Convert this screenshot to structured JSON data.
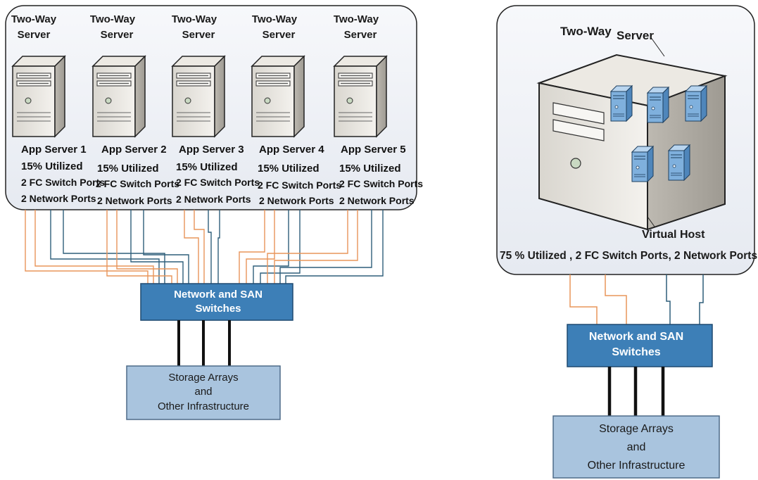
{
  "left": {
    "servers": [
      {
        "top_line1": "Two-Way",
        "top_line2": "Server",
        "name": "App Server 1",
        "utilization": "15% Utilized",
        "fc_ports": "2 FC Switch Ports",
        "net_ports": "2 Network Ports"
      },
      {
        "top_line1": "Two-Way",
        "top_line2": "Server",
        "name": "App Server 2",
        "utilization": "15% Utilized",
        "fc_ports": "2 FC Switch Ports",
        "net_ports": "2 Network Ports"
      },
      {
        "top_line1": "Two-Way",
        "top_line2": "Server",
        "name": "App Server  3",
        "utilization": "15% Utilized",
        "fc_ports": "2 FC Switch Ports",
        "net_ports": "2 Network Ports"
      },
      {
        "top_line1": "Two-Way",
        "top_line2": "Server",
        "name": "App Server 4",
        "utilization": "15% Utilized",
        "fc_ports": "2 FC Switch Ports",
        "net_ports": "2 Network Ports"
      },
      {
        "top_line1": "Two-Way",
        "top_line2": "Server",
        "name": "App Server 5",
        "utilization": "15% Utilized",
        "fc_ports": "2 FC Switch Ports",
        "net_ports": "2 Network Ports"
      }
    ],
    "switch": {
      "line1": "Network and SAN",
      "line2": "Switches"
    },
    "storage": {
      "line1": "Storage Arrays",
      "line2": "and",
      "line3": "Other Infrastructure"
    }
  },
  "right": {
    "server_title_a": "Two-Way",
    "server_title_b": "Server",
    "host_label": "Virtual Host",
    "stats": "75 % Utilized , 2  FC Switch Ports, 2  Network Ports",
    "switch": {
      "line1": "Network and SAN",
      "line2": "Switches"
    },
    "storage": {
      "line1": "Storage Arrays",
      "line2": "and",
      "line3": "Other Infrastructure"
    }
  },
  "colors": {
    "fc_link": "#e8955a",
    "net_link": "#2f5f7a",
    "storage_link": "#111111",
    "switch_fill": "#3d7fb7",
    "storage_fill": "#a9c4de",
    "panel_fill": "#eef1f6",
    "vm_fill": "#6fa3d4"
  },
  "icons": {
    "server": "server-tower-icon",
    "vm": "virtual-machine-icon"
  }
}
